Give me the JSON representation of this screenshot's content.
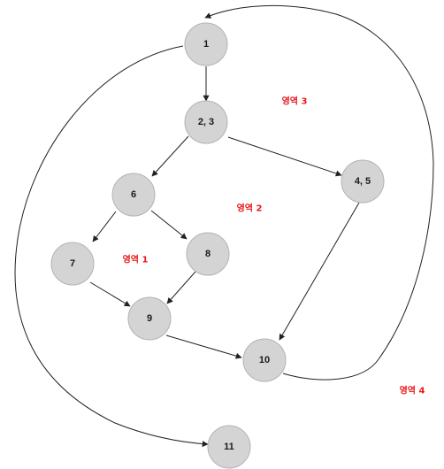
{
  "colors": {
    "node_fill": "#d4d4d4",
    "edge": "#222222",
    "region_text": "#e8191a"
  },
  "nodes": [
    {
      "id": "n1",
      "label": "1"
    },
    {
      "id": "n23",
      "label": "2, 3"
    },
    {
      "id": "n45",
      "label": "4, 5"
    },
    {
      "id": "n6",
      "label": "6"
    },
    {
      "id": "n7",
      "label": "7"
    },
    {
      "id": "n8",
      "label": "8"
    },
    {
      "id": "n9",
      "label": "9"
    },
    {
      "id": "n10",
      "label": "10"
    },
    {
      "id": "n11",
      "label": "11"
    }
  ],
  "edges": [
    {
      "from": "1",
      "to": "2, 3"
    },
    {
      "from": "2, 3",
      "to": "6"
    },
    {
      "from": "2, 3",
      "to": "4, 5"
    },
    {
      "from": "6",
      "to": "7"
    },
    {
      "from": "6",
      "to": "8"
    },
    {
      "from": "7",
      "to": "9"
    },
    {
      "from": "8",
      "to": "9"
    },
    {
      "from": "9",
      "to": "10"
    },
    {
      "from": "4, 5",
      "to": "10"
    },
    {
      "from": "10",
      "to": "1"
    },
    {
      "from": "1",
      "to": "11"
    }
  ],
  "regions": [
    {
      "id": "r1",
      "label": "영역 1"
    },
    {
      "id": "r2",
      "label": "영역 2"
    },
    {
      "id": "r3",
      "label": "영역 3"
    },
    {
      "id": "r4",
      "label": "영역 4"
    }
  ]
}
